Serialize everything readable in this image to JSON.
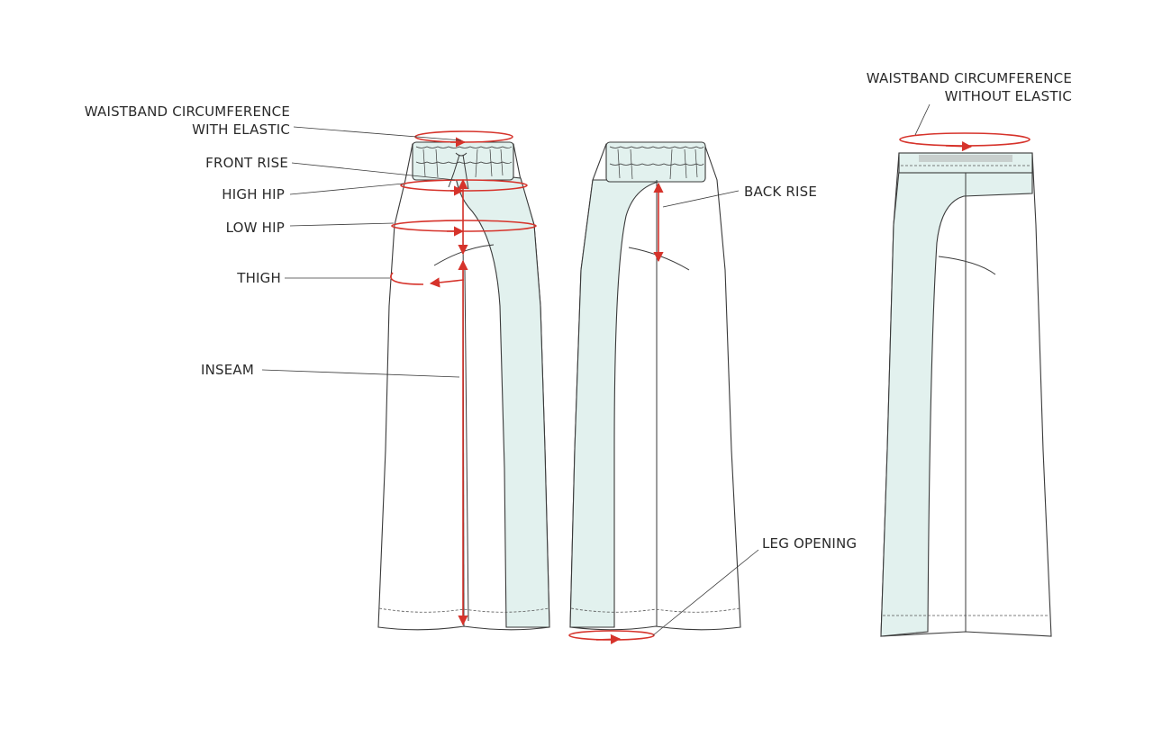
{
  "labels": {
    "waist_with_line1": "WAISTBAND CIRCUMFERENCE",
    "waist_with_line2": "WITH ELASTIC",
    "front_rise": "FRONT RISE",
    "high_hip": "HIGH HIP",
    "low_hip": "LOW HIP",
    "thigh": "THIGH",
    "inseam": "INSEAM",
    "back_rise": "BACK RISE",
    "leg_opening": "LEG OPENING",
    "waist_without_line1": "WAISTBAND CIRCUMFERENCE",
    "waist_without_line2": "WITHOUT ELASTIC"
  },
  "colors": {
    "measurement": "#d6332b",
    "panel_fill": "#e2f1ee",
    "outline": "#3a3a3a"
  }
}
